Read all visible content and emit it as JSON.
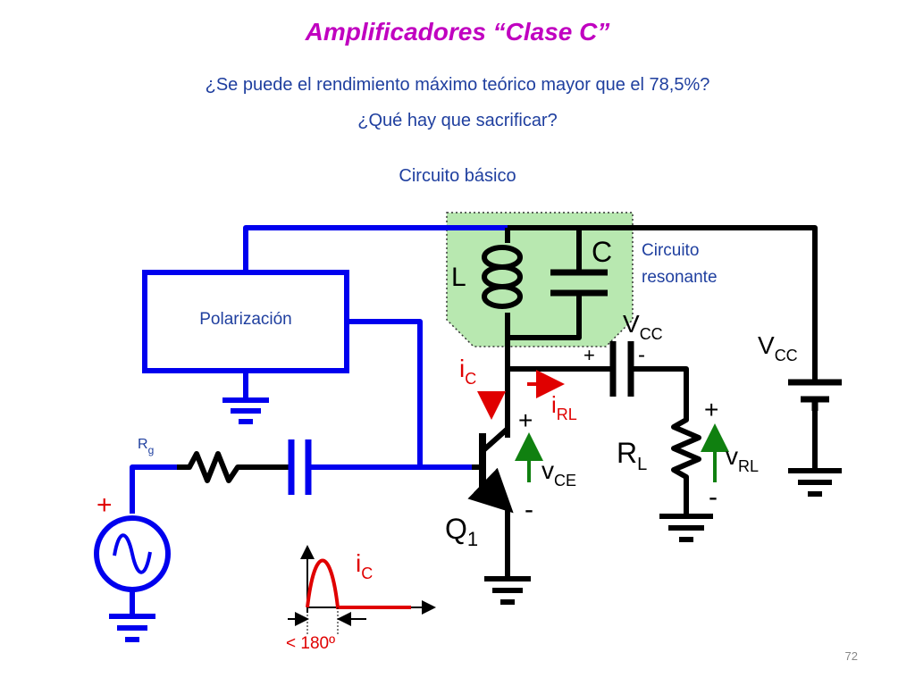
{
  "slide": {
    "title": "Amplificadores “Clase C”",
    "question1": "¿Se puede el rendimiento máximo teórico mayor que el 78,5%?",
    "question2": "¿Qué hay que sacrificar?",
    "caption": "Circuito básico",
    "page_number": "72"
  },
  "circuit": {
    "bias_block": "Polarización",
    "resonant_label_1": "Circuito",
    "resonant_label_2": "resonante",
    "inductor": "L",
    "capacitor": "C",
    "source_resistor": {
      "main": "R",
      "sub": "g"
    },
    "source_plus": "+",
    "transistor": {
      "main": "Q",
      "sub": "1"
    },
    "collector_current": {
      "main": "i",
      "sub": "C"
    },
    "load_current": {
      "main": "i",
      "sub": "RL"
    },
    "load_resistor": {
      "main": "R",
      "sub": "L"
    },
    "vce": {
      "main": "v",
      "sub": "CE"
    },
    "vrl": {
      "main": "v",
      "sub": "RL"
    },
    "coupling_cap_voltage": {
      "main": "V",
      "sub": "CC"
    },
    "supply": {
      "main": "V",
      "sub": "CC"
    },
    "plus": "+",
    "minus": "-",
    "waveform_label": {
      "main": "i",
      "sub": "C"
    },
    "conduction_angle": "< 180º"
  },
  "colors": {
    "title": "#c000c0",
    "text": "#1f3f9f",
    "wire": "#0000ee",
    "circuit": "#000000",
    "current": "#e00000",
    "voltage": "#108010",
    "resonant_fill": "#b8e8b0"
  }
}
